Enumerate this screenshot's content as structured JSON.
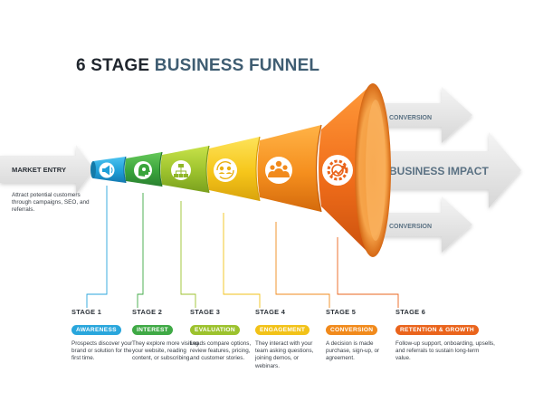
{
  "title": {
    "part1": "6 STAGE",
    "part2": "BUSINESS FUNNEL"
  },
  "market_entry": {
    "label": "MARKET ENTRY",
    "description": "Attract potential customers through campaigns, SEO, and referrals."
  },
  "outputs": {
    "top_label": "CONVERSION",
    "middle_label": "BUSINESS IMPACT",
    "bottom_label": "CONVERSION"
  },
  "stages": [
    {
      "stage": "STAGE 1",
      "name": "AWARENESS",
      "description": "Prospects discover your brand or solution for the first time.",
      "color": "#29a6dc",
      "icon": "megaphone-icon"
    },
    {
      "stage": "STAGE 2",
      "name": "INTEREST",
      "description": "They explore more visiting your website, reading content, or subscribing.",
      "color": "#3fa945",
      "icon": "head-gear-icon"
    },
    {
      "stage": "STAGE 3",
      "name": "EVALUATION",
      "description": "Leads compare options, review features, pricing, and customer stories.",
      "color": "#9cc22d",
      "icon": "org-chart-icon"
    },
    {
      "stage": "STAGE 4",
      "name": "ENGAGEMENT",
      "description": "They interact with your team asking questions, joining demos, or webinars.",
      "color": "#f2c218",
      "icon": "team-cycle-icon"
    },
    {
      "stage": "STAGE 5",
      "name": "CONVERSION",
      "description": "A decision is made purchase, sign-up, or agreement.",
      "color": "#f18a1c",
      "icon": "team-icon"
    },
    {
      "stage": "STAGE 6",
      "name": "RETENTION & GROWTH",
      "description": "Follow-up support, onboarding, upsells, and referrals to sustain long-term value.",
      "color": "#ea641c",
      "icon": "gear-growth-icon"
    }
  ]
}
